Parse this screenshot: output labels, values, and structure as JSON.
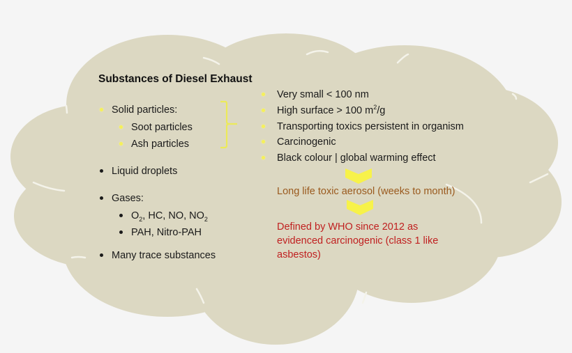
{
  "colors": {
    "background": "#f5f5f5",
    "cloud_fill": "#dcd8c2",
    "cloud_seam": "#f5f5f0",
    "bullet_yellow": "#f5f05a",
    "bracket_yellow": "#ecea5a",
    "chevron_yellow": "#f7f24a",
    "text": "#1a1a1a",
    "aerosol_text": "#9a5a1e",
    "who_text": "#c02020"
  },
  "left": {
    "title": "Substances of Diesel Exhaust",
    "solid": {
      "label": "Solid particles:",
      "children": [
        "Soot particles",
        "Ash particles"
      ]
    },
    "liquid": "Liquid droplets",
    "gases": {
      "label": "Gases:",
      "child1": {
        "o": "O",
        "o_sub": "2",
        "mid": ", HC, NO, NO",
        "no2_sub": "2"
      },
      "child2": "PAH, Nitro-PAH"
    },
    "trace": "Many trace substances"
  },
  "right": {
    "properties": [
      {
        "text": "Very small < 100 nm"
      },
      {
        "text_before": "High surface > 100 m",
        "sup": "2",
        "text_after": "/g"
      },
      {
        "text": "Transporting toxics persistent  in organism"
      },
      {
        "text": "Carcinogenic"
      },
      {
        "text": "Black colour | global warming effect"
      }
    ],
    "aerosol": "Long life toxic aerosol (weeks to month)",
    "who_lines": [
      "Defined  by WHO  since  2012  as",
      "evidenced carcinogenic (class 1 like",
      "asbestos)"
    ]
  },
  "icons": {
    "bracket": "right-curly-brace",
    "chevron": "chevron-down"
  }
}
